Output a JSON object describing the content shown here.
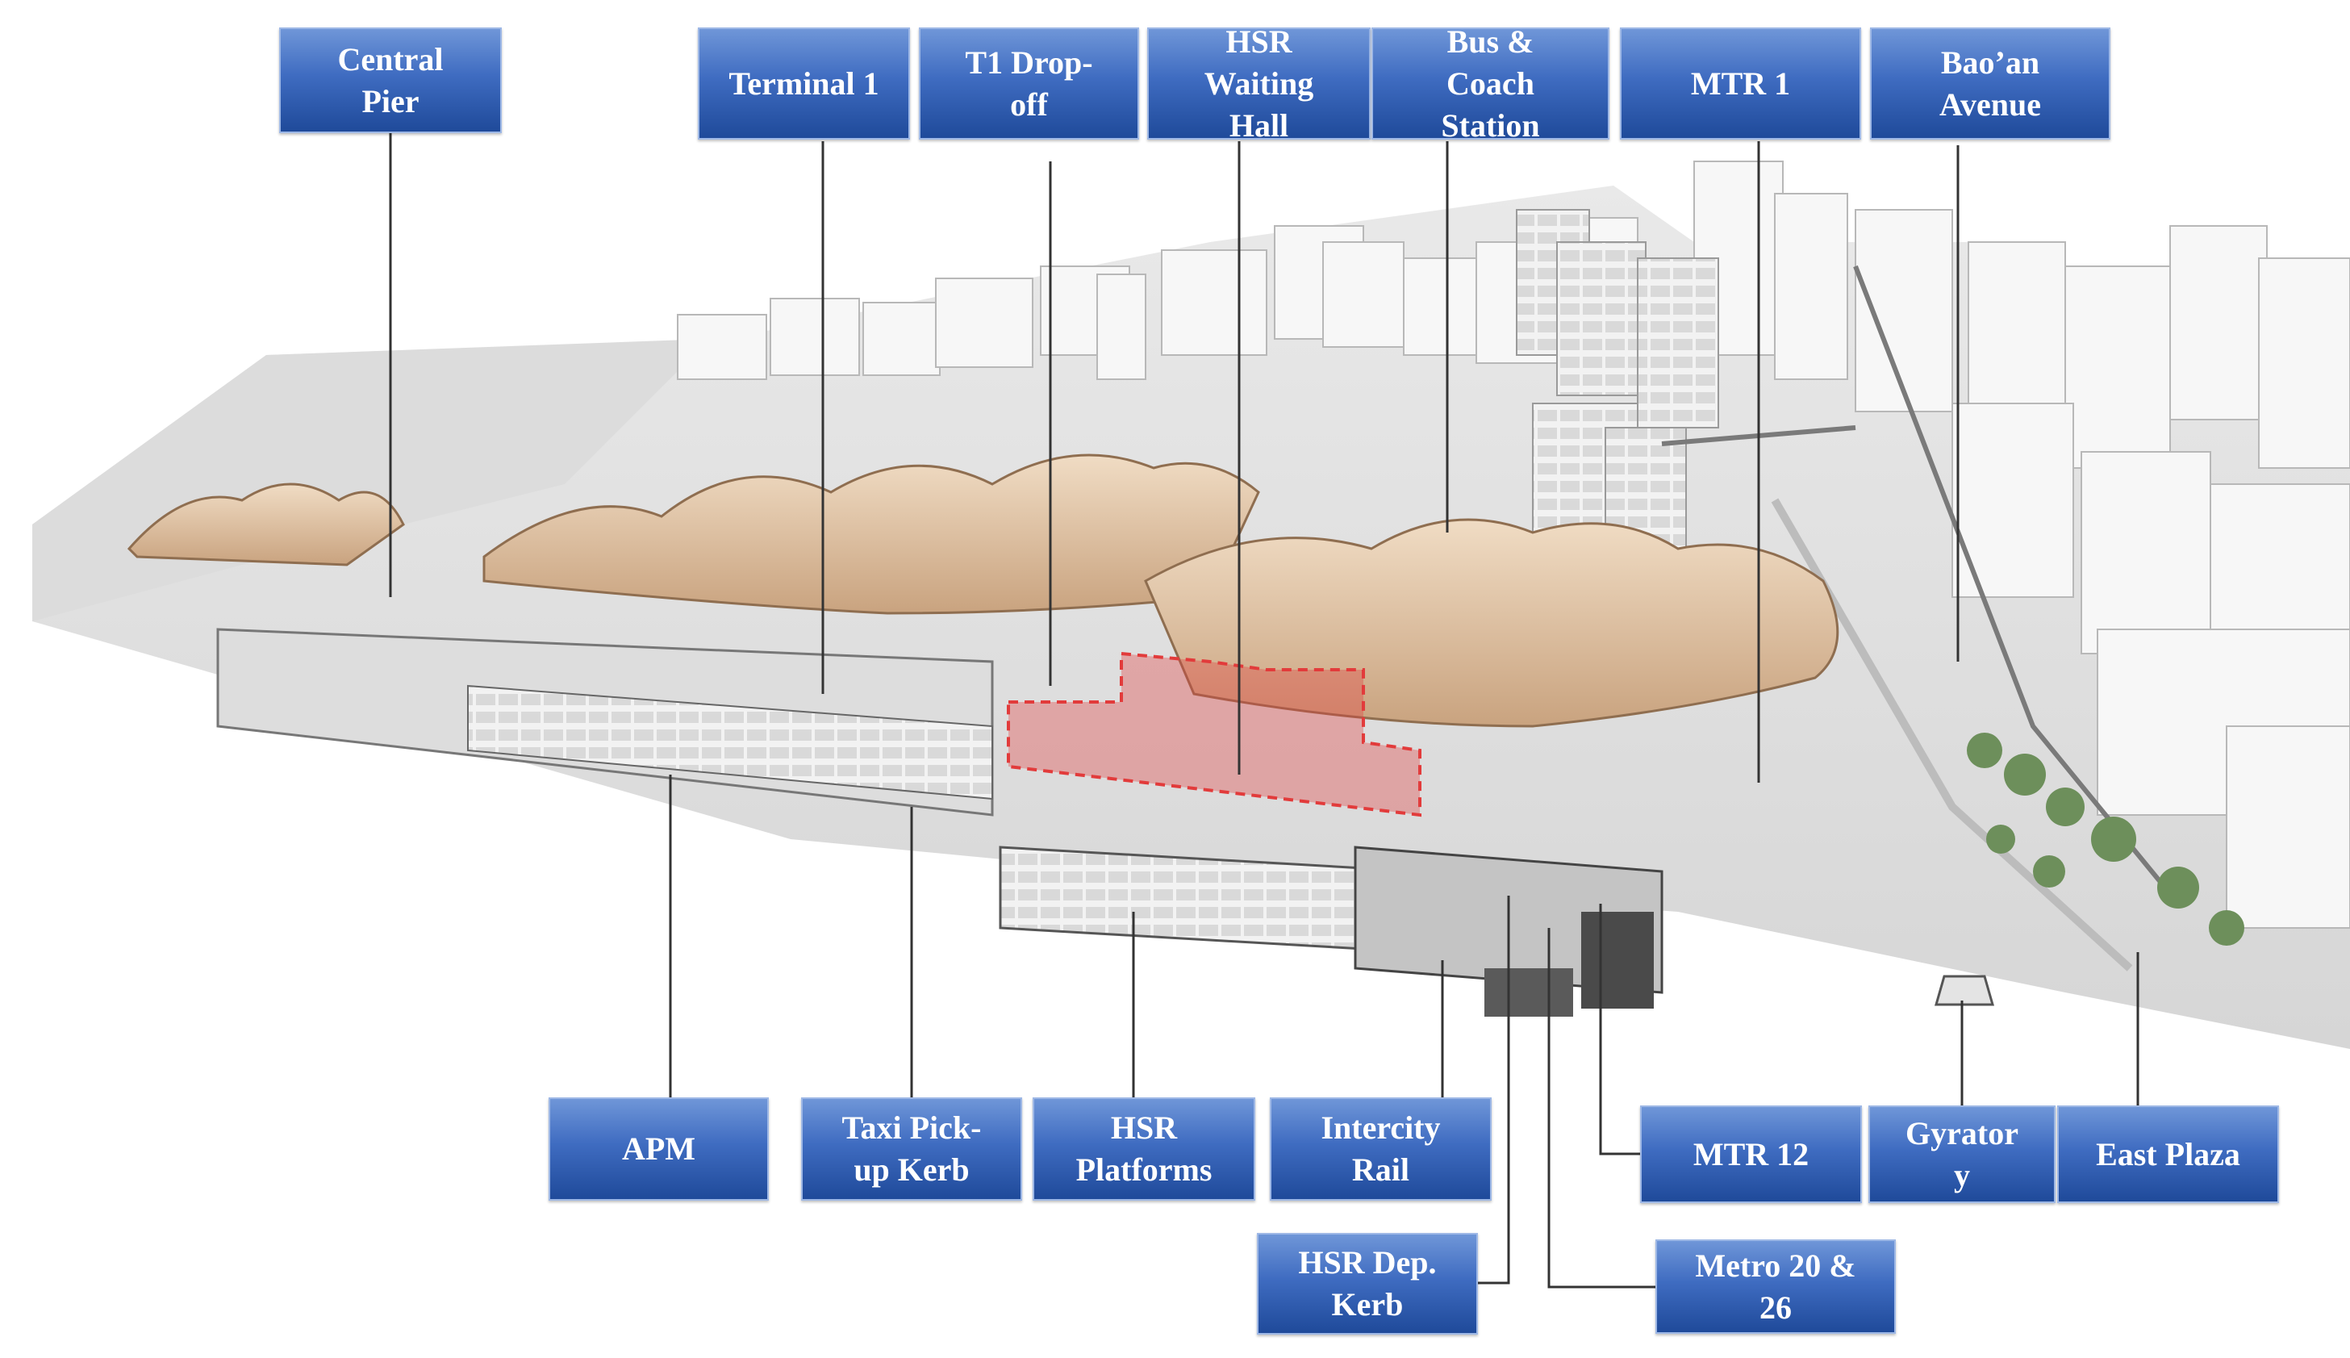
{
  "colors": {
    "label_top": "#6f96d8",
    "label_bottom": "#1f4a9a",
    "label_text": "#ffffff",
    "leader_line": "#333333",
    "roof": "#e3c6a8",
    "highlight": "#e23b3b"
  },
  "labels": {
    "central_pier": "Central\nPier",
    "terminal_1": "Terminal 1",
    "t1_dropoff": "T1 Drop-\noff",
    "hsr_waiting_hall": "HSR\nWaiting\nHall",
    "bus_coach": "Bus &\nCoach\nStation",
    "mtr_1": "MTR 1",
    "baoan_avenue": "Bao’an\nAvenue",
    "apm": "APM",
    "taxi": "Taxi Pick-\nup Kerb",
    "hsr_platforms": "HSR\nPlatforms",
    "intercity_rail": "Intercity\nRail",
    "mtr_12": "MTR 12",
    "gyratory": "Gyrator\ny",
    "east_plaza": "East Plaza",
    "hsr_dep_kerb": "HSR Dep.\nKerb",
    "metro_20_26": "Metro 20 &\n26"
  }
}
